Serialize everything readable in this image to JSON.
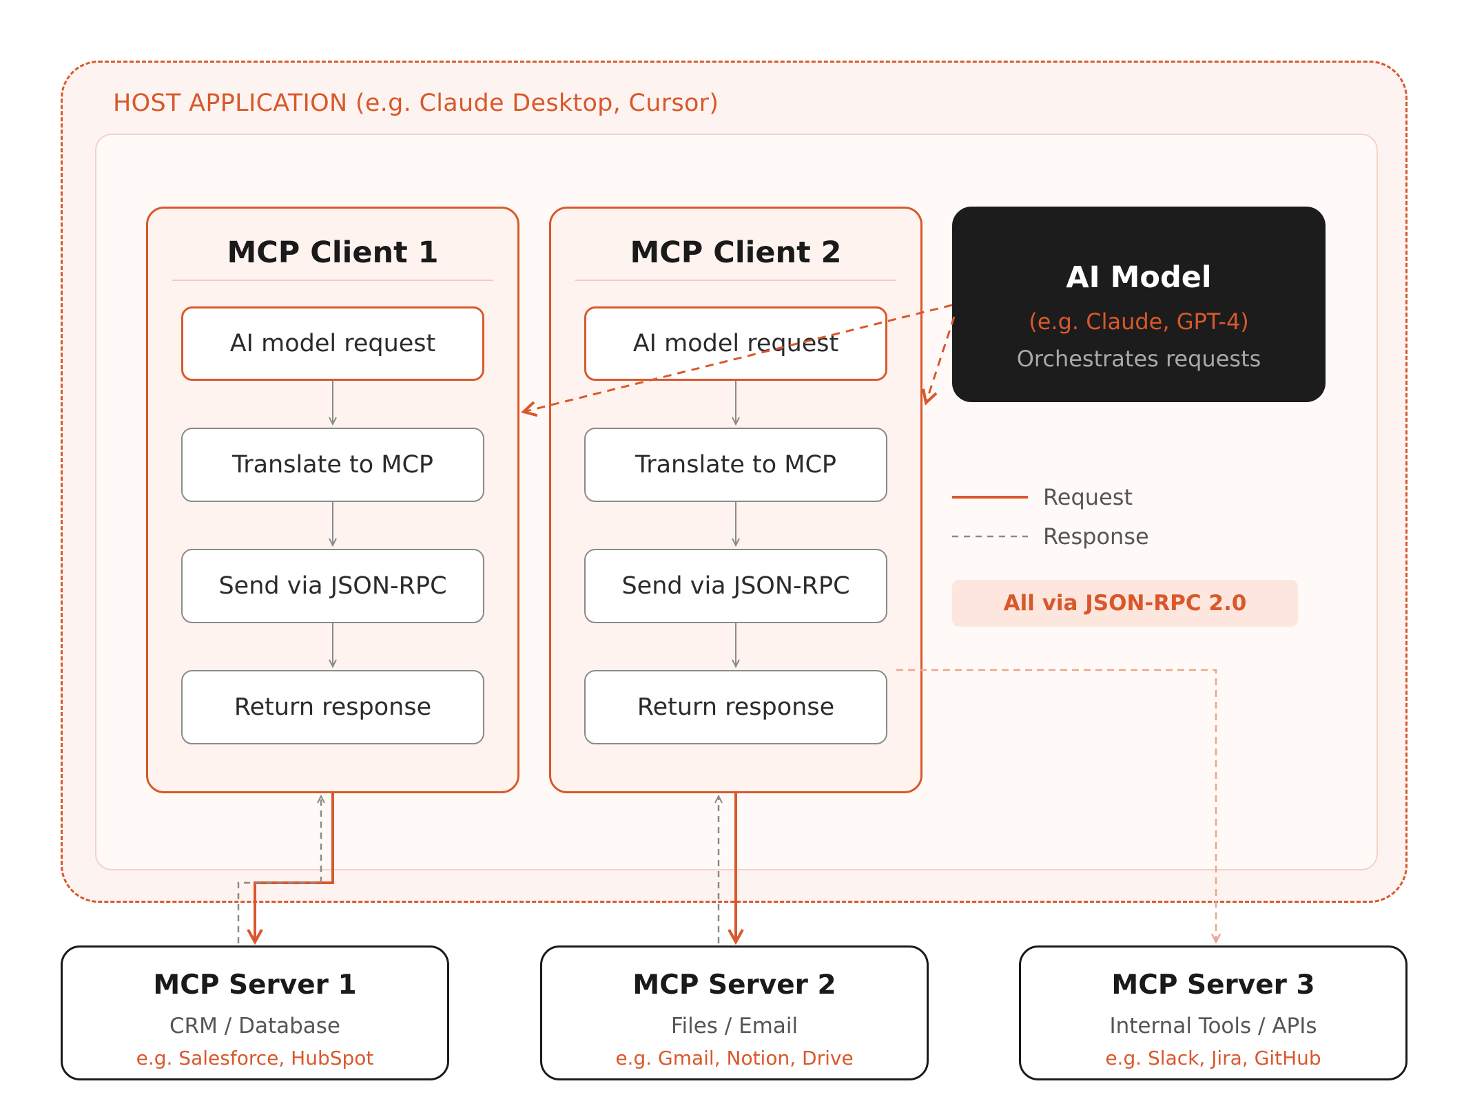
{
  "host": {
    "label": "HOST APPLICATION (e.g. Claude Desktop, Cursor)"
  },
  "clients": [
    {
      "title": "MCP Client 1",
      "steps": [
        "AI model request",
        "Translate to MCP",
        "Send via JSON-RPC",
        "Return response"
      ]
    },
    {
      "title": "MCP Client 2",
      "steps": [
        "AI model request",
        "Translate to MCP",
        "Send via JSON-RPC",
        "Return response"
      ]
    }
  ],
  "ai_model": {
    "title": "AI Model",
    "example": "(e.g. Claude, GPT-4)",
    "description": "Orchestrates requests"
  },
  "legend": {
    "request": "Request",
    "response": "Response"
  },
  "badge": "All via JSON-RPC 2.0",
  "servers": [
    {
      "title": "MCP Server 1",
      "subtitle": "CRM / Database",
      "example": "e.g. Salesforce, HubSpot"
    },
    {
      "title": "MCP Server 2",
      "subtitle": "Files / Email",
      "example": "e.g. Gmail, Notion, Drive"
    },
    {
      "title": "MCP Server 3",
      "subtitle": "Internal Tools / APIs",
      "example": "e.g. Slack, Jira, GitHub"
    }
  ],
  "colors": {
    "accent": "#d9582b",
    "response": "#8a8a8a",
    "dark": "#1c1c1c"
  }
}
